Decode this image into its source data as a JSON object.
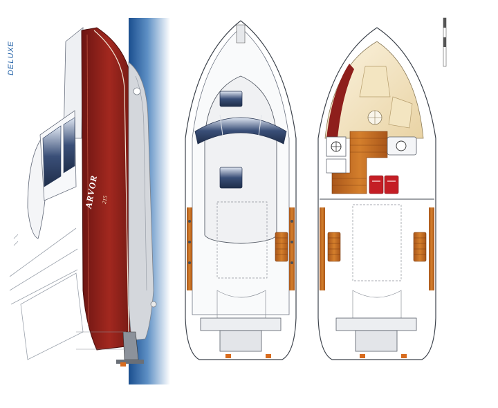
{
  "labels": {
    "variant": "DELUXE",
    "brand": "ARVOR",
    "model": "215"
  },
  "colors": {
    "hull_red": "#8e1f1c",
    "hull_red_dark": "#5e1210",
    "water_blue": "#1f5fa6",
    "deck_teak": "#b9651c",
    "cushion_red": "#c41e25",
    "cabin_cream": "#f1e2bf",
    "window_navy": "#2c3c5a",
    "line_gray": "#555b66"
  },
  "views": [
    "side-profile",
    "deck-plan",
    "interior-plan"
  ],
  "icons": [
    "side-profile-icon",
    "hatch-icon",
    "sink-icon",
    "stove-icon",
    "scale-bar-icon"
  ]
}
